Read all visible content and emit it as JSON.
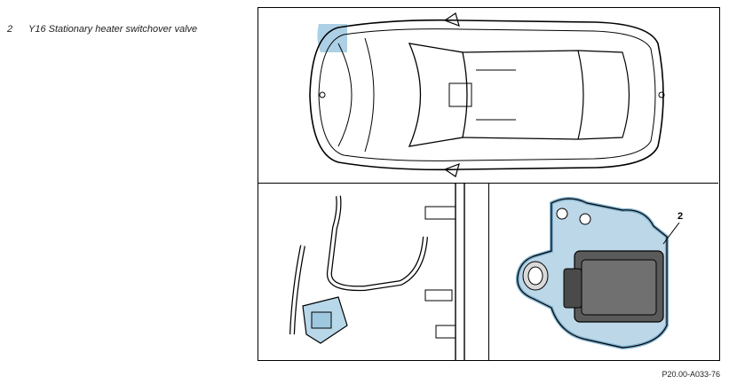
{
  "legend": {
    "items": [
      {
        "number": "2",
        "text": "Y16 Stationary heater switchover valve"
      }
    ]
  },
  "figure": {
    "callout_label": "2",
    "reference_code": "P20.00-A033-76"
  },
  "colors": {
    "highlight": "#9ec8e0",
    "outline": "#000000"
  }
}
